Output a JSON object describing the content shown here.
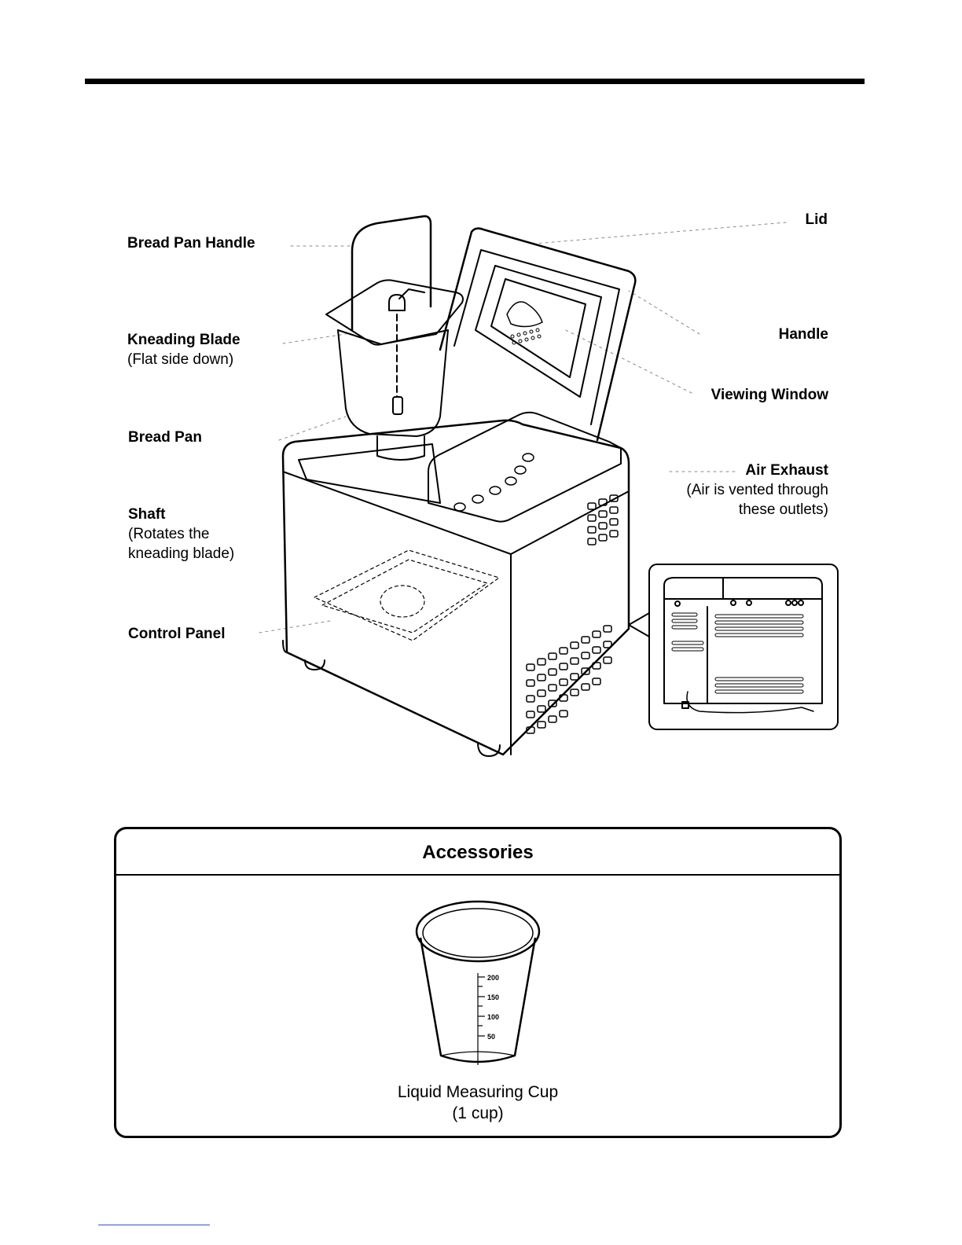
{
  "labels": {
    "bread_pan_handle": "Bread Pan Handle",
    "kneading_blade": "Kneading Blade",
    "kneading_blade_note": "(Flat side down)",
    "bread_pan": "Bread Pan",
    "shaft": "Shaft",
    "shaft_note_1": "(Rotates the",
    "shaft_note_2": "kneading blade)",
    "control_panel": "Control Panel",
    "lid": "Lid",
    "handle": "Handle",
    "viewing_window": "Viewing Window",
    "air_exhaust": "Air Exhaust",
    "air_exhaust_note_1": "(Air is vented through",
    "air_exhaust_note_2": "these outlets)"
  },
  "accessories": {
    "title": "Accessories",
    "cup_name": "Liquid Measuring Cup",
    "cup_size": "(1 cup)",
    "cup_marks": [
      "200",
      "150",
      "100",
      "50"
    ]
  }
}
